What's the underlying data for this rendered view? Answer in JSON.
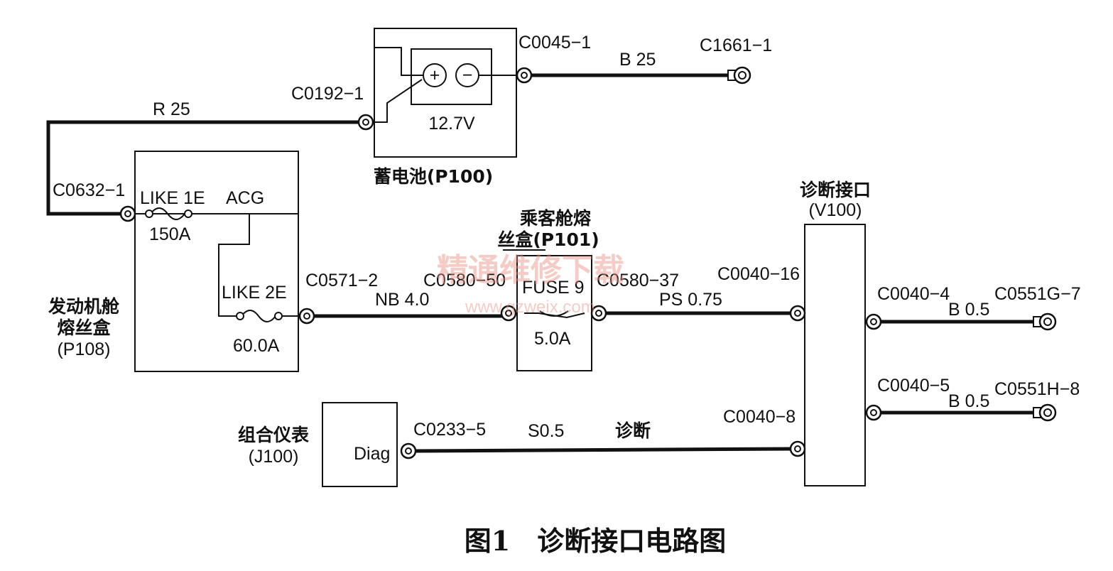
{
  "battery": {
    "name": "蓄电池(P100)",
    "voltage": "12.7V",
    "plus_symbol": "+",
    "minus_symbol": "−"
  },
  "engine_fusebox": {
    "name_line1": "发动机舱",
    "name_line2": "熔丝盒",
    "name_line3": "(P108)",
    "fuse1_name": "LIKE 1E",
    "fuse1_rating": "150A",
    "acg_label": "ACG",
    "fuse2_name": "LIKE 2E",
    "fuse2_rating": "60.0A"
  },
  "cabin_fusebox": {
    "name_line1": "乘客舱熔",
    "name_line2": "丝盒(P101)",
    "fuse_name": "FUSE 9",
    "fuse_rating": "5.0A"
  },
  "diag_port": {
    "name_line1": "诊断接口",
    "name_line2": "(V100)"
  },
  "instrument_cluster": {
    "name_line1": "组合仪表",
    "name_line2": "(J100)",
    "pin_label": "Diag"
  },
  "connectors": {
    "c0045_1": "C0045−1",
    "c1661_1": "C1661−1",
    "c0192_1": "C0192−1",
    "c0632_1": "C0632−1",
    "c0571_2": "C0571−2",
    "c0580_50": "C0580−50",
    "c0580_37": "C0580−37",
    "c0040_16": "C0040−16",
    "c0040_4": "C0040−4",
    "c0551g_7": "C0551G−7",
    "c0040_5": "C0040−5",
    "c0551h_8": "C0551H−8",
    "c0040_8": "C0040−8",
    "c0233_5": "C0233−5"
  },
  "wires": {
    "b25": "B 25",
    "r25": "R 25",
    "nb40": "NB 4.0",
    "ps075": "PS 0.75",
    "b05_a": "B 0.5",
    "b05_b": "B 0.5",
    "s05": "S0.5",
    "diag_wire": "诊断"
  },
  "watermark": {
    "cn": "精通维修下载",
    "url": "www.gzweix.com"
  },
  "caption": "图1　诊断接口电路图"
}
